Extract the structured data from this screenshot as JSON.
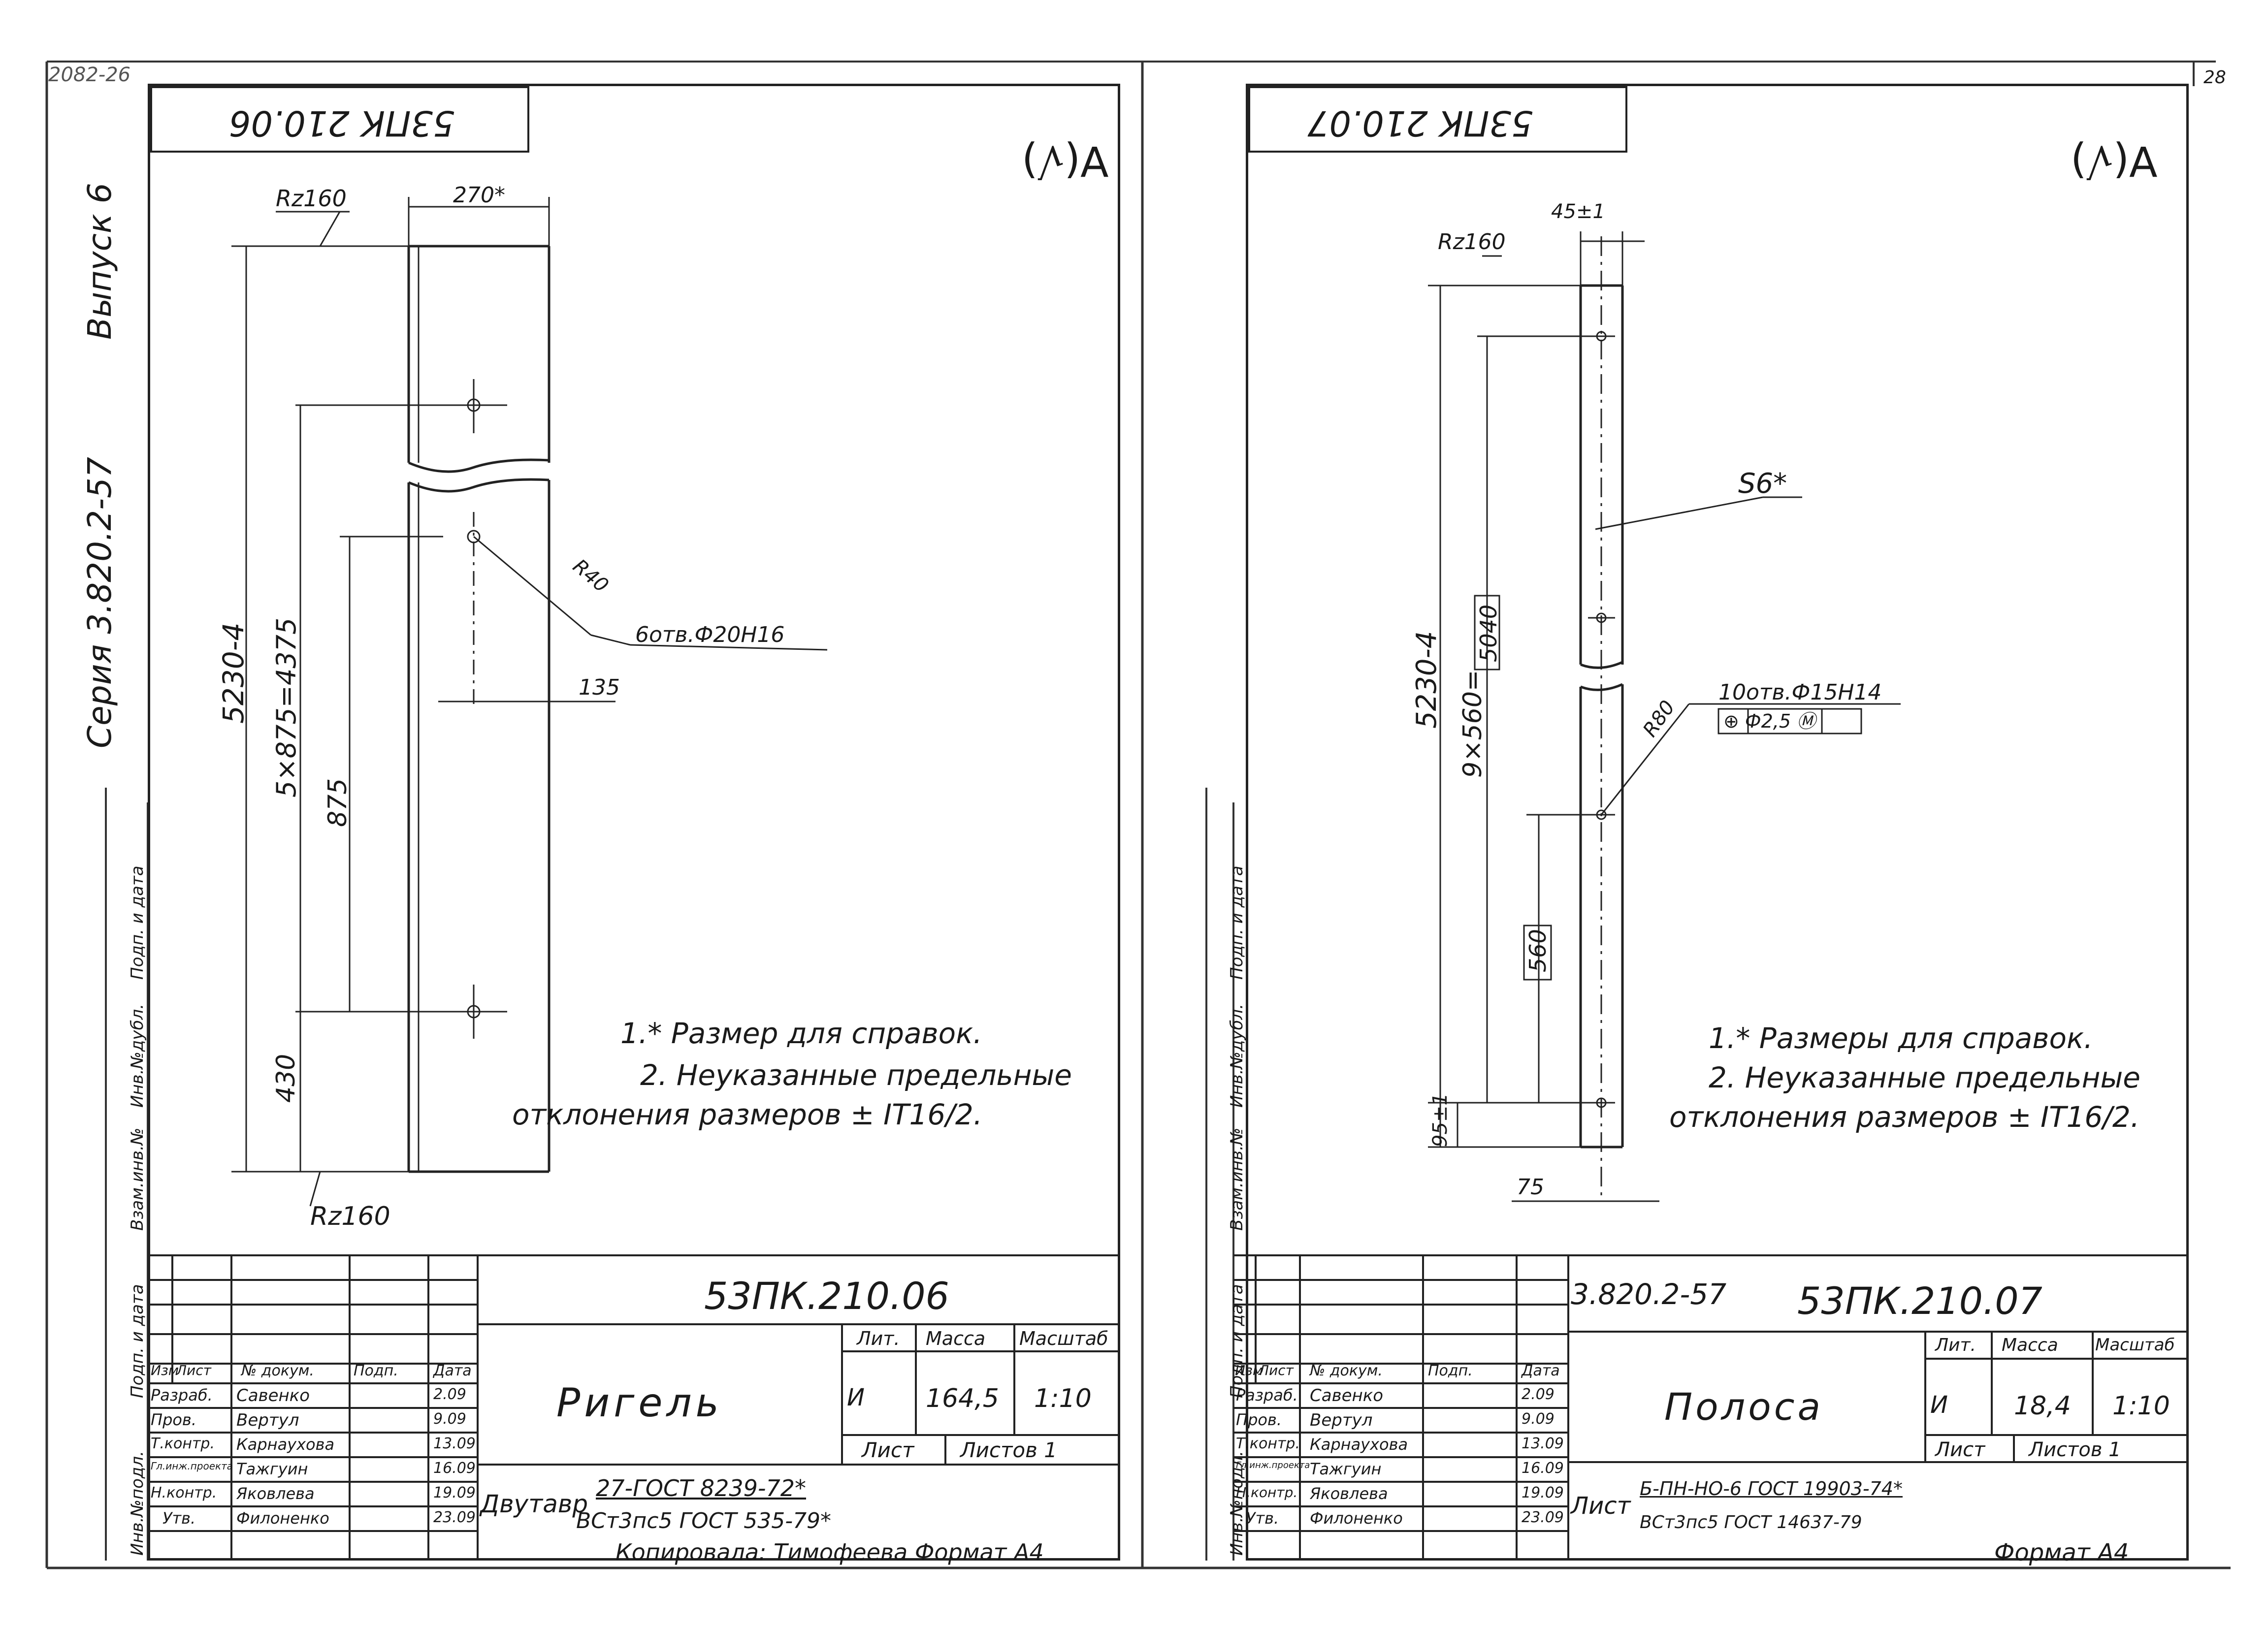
{
  "corner_stamp": "2082-26",
  "page_number": "28",
  "series_vertical": "Серия 3.820.2-57",
  "issue_vertical": "Выпуск 6",
  "side_labels": [
    "Инв.№подл.",
    "Подп. и дата",
    "Взам.инв.№",
    "Инв.№дубл.",
    "Подп. и дата"
  ],
  "sheets": [
    {
      "code_top_mirrored": "53ПК 210.06",
      "roughness_symbol": "∀(√)",
      "dims": {
        "width_top": "270*",
        "rz_top": "Rz160",
        "total_length": "5230-4",
        "pitch": "5×875=4375",
        "step": "875",
        "bottom_offset": "430",
        "edge_offset": "135",
        "radius": "R40",
        "holes": "6отв.Ф20Н16",
        "rz_bottom": "Rz160"
      },
      "notes": [
        "1.* Размер для справок.",
        "2. Неуказанные предельные",
        "отклонения размеров ± IT16/2."
      ],
      "title_block": {
        "designation": "53ПК.210.06",
        "name": "Ригель",
        "header": [
          "Изм",
          "Лист",
          "№ докум.",
          "Подп.",
          "Дата"
        ],
        "rows": [
          [
            "Разраб.",
            "Савенко",
            "2.09"
          ],
          [
            "Пров.",
            "Вертул",
            "9.09"
          ],
          [
            "Т.контр.",
            "Карнаухова",
            "13.09"
          ],
          [
            "Гл.инж.проекта",
            "Тажгуин",
            "16.09"
          ],
          [
            "Н.контр.",
            "Яковлева",
            "19.09"
          ],
          [
            "Утв.",
            "Филоненко",
            "23.09"
          ]
        ],
        "lit_label": "Лит.",
        "mass_label": "Масса",
        "scale_label": "Масштаб",
        "lit_value": "И",
        "mass_value": "164,5",
        "scale_value": "1:10",
        "sheet_label": "Лист",
        "sheets_label": "Листов 1",
        "material_prefix": "Двутавр",
        "material_top": "27-ГОСТ 8239-72*",
        "material_bottom": "ВСт3пс5 ГОСТ 535-79*"
      },
      "footer": "Копировала: Тимофеева   Формат А4"
    },
    {
      "code_top_mirrored": "53ПК 210.07",
      "roughness_symbol": "∀(√)",
      "dims": {
        "rz_top": "Rz160",
        "width_top": "45±1",
        "total_length": "5230-4",
        "pitch": "9×560=",
        "pitch_boxed": "5040",
        "step_boxed": "560",
        "bottom_offset": "95±1",
        "edge_offset": "75",
        "thickness": "S6*",
        "radius": "R80",
        "holes": "10отв.Ф15Н14",
        "position_tol": "⊕ Ф2,5 Ⓜ"
      },
      "notes": [
        "1.* Размеры для справок.",
        "2. Неуказанные предельные",
        "отклонения размеров ± IT16/2."
      ],
      "title_block": {
        "series": "3.820.2-57",
        "designation": "53ПК.210.07",
        "name": "Полоса",
        "header": [
          "Изм",
          "Лист",
          "№ докум.",
          "Подп.",
          "Дата"
        ],
        "rows": [
          [
            "Разраб.",
            "Савенко",
            "2.09"
          ],
          [
            "Пров.",
            "Вертул",
            "9.09"
          ],
          [
            "Т.контр.",
            "Карнаухова",
            "13.09"
          ],
          [
            "Гл.инж.проекта",
            "Тажгуин",
            "16.09"
          ],
          [
            "Н.контр.",
            "Яковлева",
            "19.09"
          ],
          [
            "Утв.",
            "Филоненко",
            "23.09"
          ]
        ],
        "lit_label": "Лит.",
        "mass_label": "Масса",
        "scale_label": "Масштаб",
        "lit_value": "И",
        "mass_value": "18,4",
        "scale_value": "1:10",
        "sheet_label": "Лист",
        "sheets_label": "Листов 1",
        "material_prefix": "Лист",
        "material_top": "Б-ПН-НО-6 ГОСТ 19903-74*",
        "material_bottom": "ВСт3пс5 ГОСТ 14637-79"
      },
      "footer": "Формат А4"
    }
  ]
}
